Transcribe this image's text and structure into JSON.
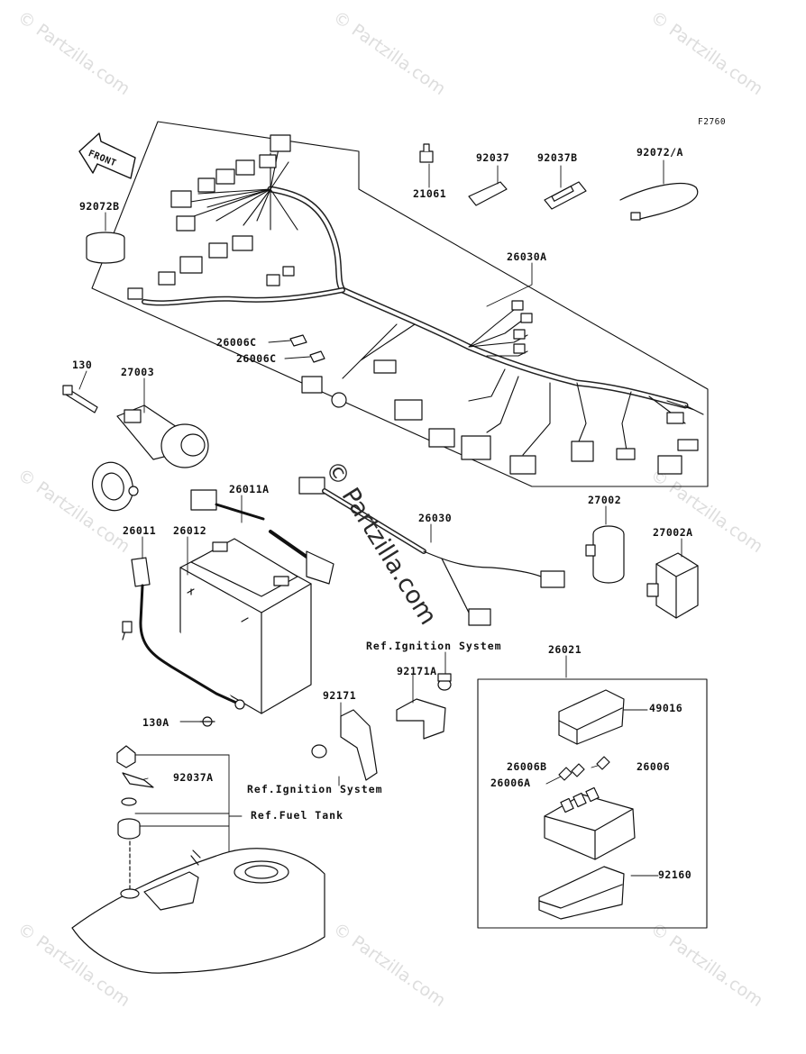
{
  "diagram": {
    "code": "F2760",
    "direction_label": "FRONT",
    "watermark": "© Partzilla.com",
    "center_watermark": "© Partzilla.com",
    "parts": {
      "p21061": "21061",
      "p92037": "92037",
      "p92037B": "92037B",
      "p92072A": "92072/A",
      "p92072B": "92072B",
      "p26030A": "26030A",
      "p26006C_1": "26006C",
      "p26006C_2": "26006C",
      "p130": "130",
      "p27003": "27003",
      "p26011A": "26011A",
      "p26030": "26030",
      "p27002": "27002",
      "p27002A": "27002A",
      "p26011": "26011",
      "p26012": "26012",
      "p92171A": "92171A",
      "p92171": "92171",
      "p26021": "26021",
      "p49016": "49016",
      "p26006B": "26006B",
      "p26006": "26006",
      "p26006A": "26006A",
      "p130A": "130A",
      "p92037A": "92037A",
      "p92160": "92160"
    },
    "refs": {
      "ignition_1": "Ref.Ignition System",
      "ignition_2": "Ref.Ignition System",
      "fuel_tank": "Ref.Fuel Tank"
    }
  }
}
